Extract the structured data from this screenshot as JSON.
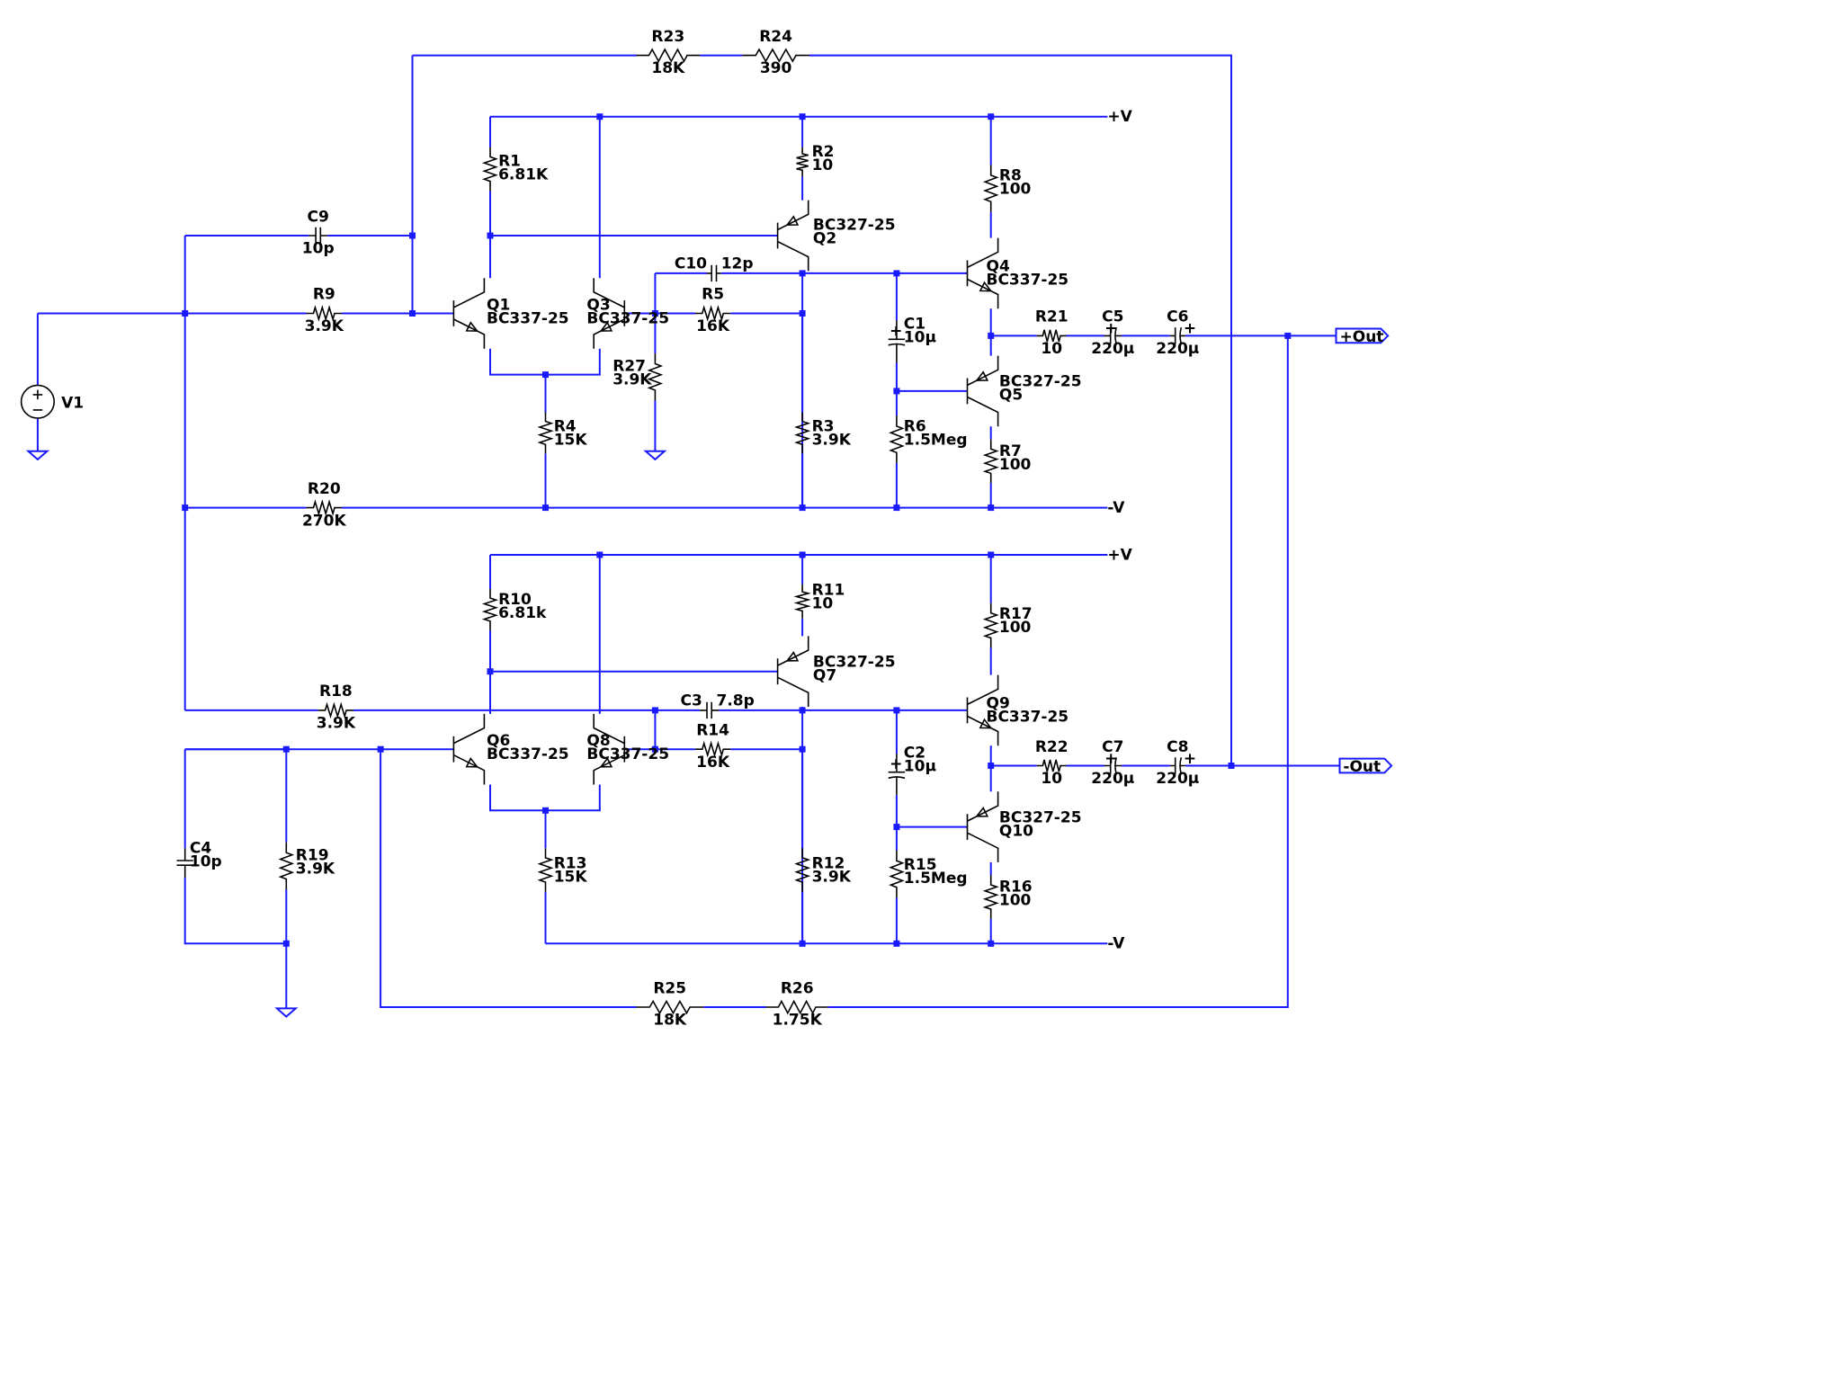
{
  "resistors": [
    {
      "id": "R23",
      "ref": "R23",
      "value": "18K"
    },
    {
      "id": "R24",
      "ref": "R24",
      "value": "390"
    },
    {
      "id": "R1",
      "ref": "R1",
      "value": "6.81K"
    },
    {
      "id": "R2",
      "ref": "R2",
      "value": "10"
    },
    {
      "id": "R8",
      "ref": "R8",
      "value": "100"
    },
    {
      "id": "R9",
      "ref": "R9",
      "value": "3.9K"
    },
    {
      "id": "R5",
      "ref": "R5",
      "value": "16K"
    },
    {
      "id": "R27",
      "ref": "R27",
      "value": "3.9K"
    },
    {
      "id": "R4",
      "ref": "R4",
      "value": "15K"
    },
    {
      "id": "R3",
      "ref": "R3",
      "value": "3.9K"
    },
    {
      "id": "R6",
      "ref": "R6",
      "value": "1.5Meg"
    },
    {
      "id": "R7",
      "ref": "R7",
      "value": "100"
    },
    {
      "id": "R21",
      "ref": "R21",
      "value": "10"
    },
    {
      "id": "R20",
      "ref": "R20",
      "value": "270K"
    },
    {
      "id": "R10",
      "ref": "R10",
      "value": "6.81k"
    },
    {
      "id": "R11",
      "ref": "R11",
      "value": "10"
    },
    {
      "id": "R17",
      "ref": "R17",
      "value": "100"
    },
    {
      "id": "R18",
      "ref": "R18",
      "value": "3.9K"
    },
    {
      "id": "R14",
      "ref": "R14",
      "value": "16K"
    },
    {
      "id": "R22",
      "ref": "R22",
      "value": "10"
    },
    {
      "id": "R19",
      "ref": "R19",
      "value": "3.9K"
    },
    {
      "id": "R13",
      "ref": "R13",
      "value": "15K"
    },
    {
      "id": "R12",
      "ref": "R12",
      "value": "3.9K"
    },
    {
      "id": "R15",
      "ref": "R15",
      "value": "1.5Meg"
    },
    {
      "id": "R16",
      "ref": "R16",
      "value": "100"
    },
    {
      "id": "R25",
      "ref": "R25",
      "value": "18K"
    },
    {
      "id": "R26",
      "ref": "R26",
      "value": "1.75K"
    }
  ],
  "capacitors": [
    {
      "id": "C9",
      "ref": "C9",
      "value": "10p"
    },
    {
      "id": "C10",
      "ref": "C10",
      "value": "12p"
    },
    {
      "id": "C1",
      "ref": "C1",
      "value": "10µ"
    },
    {
      "id": "C5",
      "ref": "C5",
      "value": "220µ"
    },
    {
      "id": "C6",
      "ref": "C6",
      "value": "220µ"
    },
    {
      "id": "C3",
      "ref": "C3",
      "value": "7.8p"
    },
    {
      "id": "C2",
      "ref": "C2",
      "value": "10µ"
    },
    {
      "id": "C7",
      "ref": "C7",
      "value": "220µ"
    },
    {
      "id": "C8",
      "ref": "C8",
      "value": "220µ"
    },
    {
      "id": "C4",
      "ref": "C4",
      "value": "10p"
    }
  ],
  "transistors": [
    {
      "id": "Q1",
      "ref": "Q1",
      "model": "BC337-25"
    },
    {
      "id": "Q3",
      "ref": "Q3",
      "model": "BC337-25"
    },
    {
      "id": "Q2",
      "ref": "Q2",
      "model": "BC327-25"
    },
    {
      "id": "Q4",
      "ref": "Q4",
      "model": "BC337-25"
    },
    {
      "id": "Q5",
      "ref": "Q5",
      "model": "BC327-25"
    },
    {
      "id": "Q6",
      "ref": "Q6",
      "model": "BC337-25"
    },
    {
      "id": "Q8",
      "ref": "Q8",
      "model": "BC337-25"
    },
    {
      "id": "Q7",
      "ref": "Q7",
      "model": "BC327-25"
    },
    {
      "id": "Q9",
      "ref": "Q9",
      "model": "BC337-25"
    },
    {
      "id": "Q10",
      "ref": "Q10",
      "model": "BC327-25"
    }
  ],
  "source": {
    "ref": "V1"
  },
  "rails": {
    "pos": "+V",
    "neg": "-V"
  },
  "ports": {
    "out_pos": "+Out",
    "out_neg": "-Out"
  },
  "colors": {
    "wire": "#1a1aff",
    "component": "#000000",
    "background": "#ffffff"
  }
}
